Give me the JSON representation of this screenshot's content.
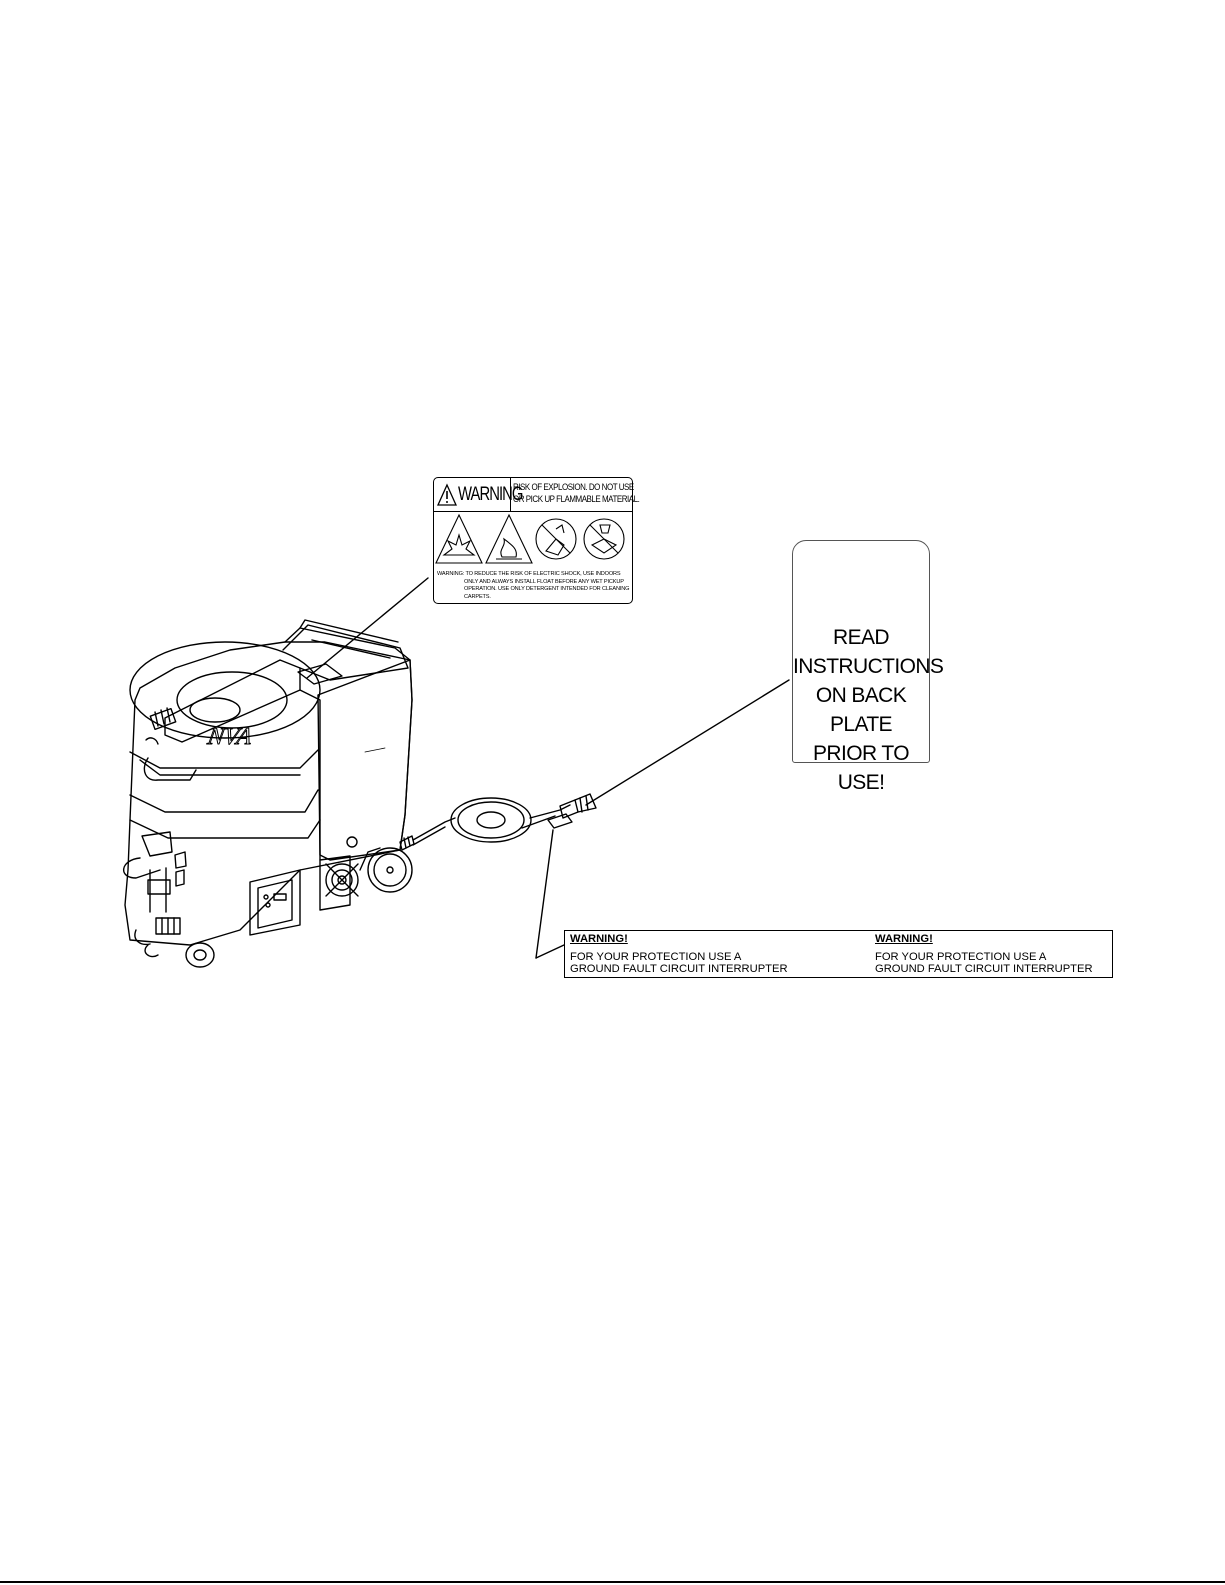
{
  "top_decal": {
    "warning_word": "WARNING",
    "risk_line1": "RISK OF EXPLOSION.  DO NOT USE",
    "risk_line2": "OR PICK UP FLAMMABLE MATERIAL.",
    "lead": "WARNING:",
    "line1": "TO REDUCE THE RISK OF ELECTRIC SHOCK, USE INDOORS",
    "line2": "ONLY AND ALWAYS INSTALL FLOAT BEFORE ANY WET PICKUP",
    "line3": "OPERATION. USE ONLY DETERGENT INTENDED FOR CLEANING",
    "line4": "CARPETS."
  },
  "tag": {
    "line1": "READ",
    "line2": "INSTRUCTIONS",
    "line3": "ON BACK PLATE",
    "line4": "PRIOR TO USE!"
  },
  "strip": {
    "left": {
      "title": "WARNING!",
      "line1": "FOR YOUR PROTECTION USE A",
      "line2": "GROUND FAULT CIRCUIT INTERRUPTER"
    },
    "right": {
      "title": "WARNING!",
      "line1": "FOR YOUR PROTECTION USE A",
      "line2": "GROUND FAULT CIRCUIT INTERRUPTER"
    }
  },
  "machine": {
    "brand_mark": "NVA"
  }
}
